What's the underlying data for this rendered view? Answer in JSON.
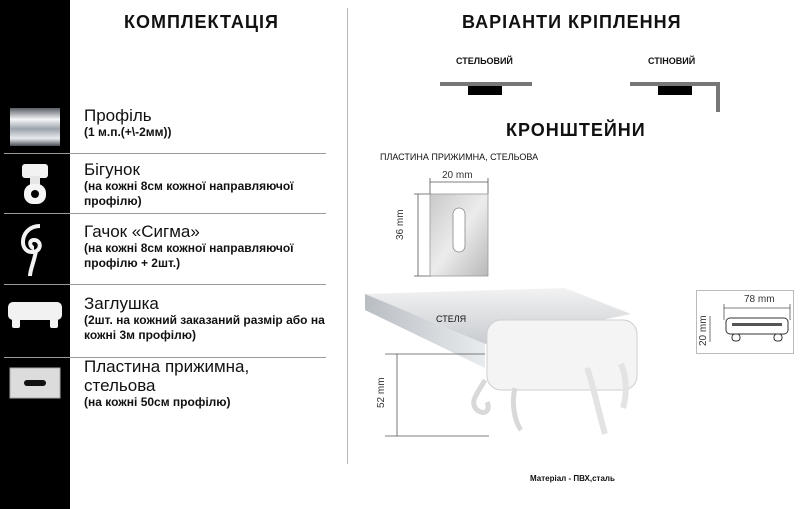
{
  "left": {
    "title": "КОМПЛЕКТАЦІЯ",
    "items": [
      {
        "name": "Профіль",
        "note": "(1 м.п.(+\\-2мм))"
      },
      {
        "name": "Бігунок",
        "note": "(на кожні 8см кожної направляючої профілю)"
      },
      {
        "name": "Гачок «Сигма»",
        "note": "(на кожні 8см кожної направляючої профілю + 2шт.)"
      },
      {
        "name": "Заглушка",
        "note": "(2шт. на кожний заказаний размір або на кожні 3м профілю)"
      },
      {
        "name": "Пластина прижимна, стельова",
        "note": "(на кожні 50см профілю)"
      }
    ]
  },
  "right": {
    "mount_title": "ВАРІАНТИ КРІПЛЕННЯ",
    "mount_ceiling": "СТЕЛЬОВИЙ",
    "mount_wall": "СТІНОВИЙ",
    "brackets_title": "КРОНШТЕЙНИ",
    "plate_caption": "ПЛАСТИНА ПРИЖИМНА, СТЕЛЬОВА",
    "plate_width": "20 mm",
    "plate_height": "36 mm",
    "ceiling_label": "СТЕЛЯ",
    "profile_height": "52 mm",
    "section_width": "78 mm",
    "section_height": "20 mm",
    "material": "Матеріал - ПВХ,сталь"
  },
  "colors": {
    "sidebar": "#000000",
    "text": "#111111",
    "separator": "#9a9a9a"
  }
}
